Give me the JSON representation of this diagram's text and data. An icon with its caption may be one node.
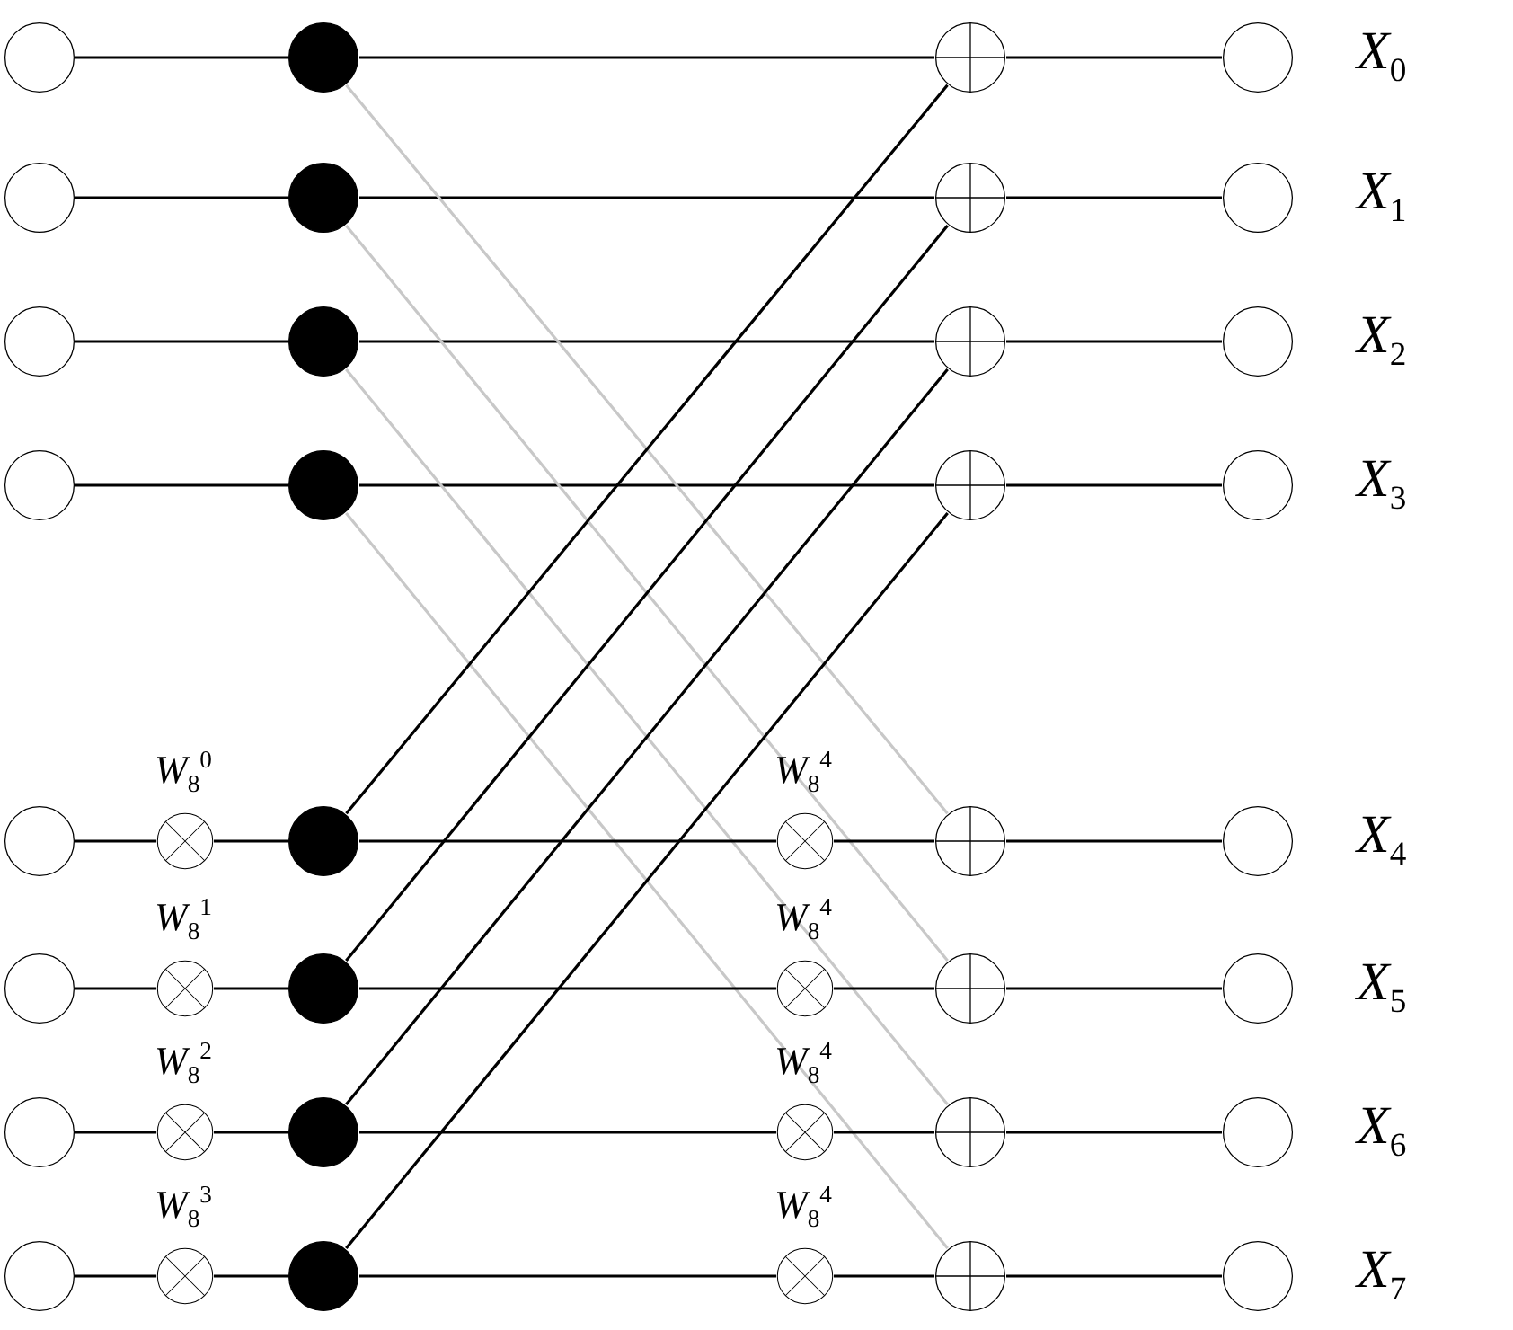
{
  "diagram": {
    "nodes": [
      {
        "text": [],
        "shape": "circle"
      },
      {
        "text": [],
        "shape": "dot"
      },
      {
        "text": [],
        "shape": "plus"
      },
      {
        "text": [],
        "shape": "circle",
        "beside": [
          "*X*$_{0}$"
        ]
      },
      {
        "text": [],
        "shape": "circle"
      },
      {
        "text": [],
        "shape": "dot"
      },
      {
        "text": [],
        "shape": "plus"
      },
      {
        "text": [],
        "shape": "circle",
        "beside": [
          "*X*$_{1}$"
        ]
      },
      {
        "text": [],
        "shape": "circle"
      },
      {
        "text": [],
        "shape": "dot"
      },
      {
        "text": [],
        "shape": "plus"
      },
      {
        "text": [],
        "shape": "circle",
        "beside": [
          "*X*$_{2}$"
        ]
      },
      {
        "text": [],
        "shape": "circle"
      },
      {
        "text": [],
        "shape": "dot"
      },
      {
        "text": [],
        "shape": "plus"
      },
      {
        "text": [],
        "shape": "circle",
        "beside": [
          "*X*$_{3}$"
        ]
      },
      {
        "text": [],
        "shape": "circle"
      },
      {
        "text": [],
        "shape": "times",
        "beside": [
          "*W*$_{8}$$^{0}$"
        ]
      },
      {
        "text": [],
        "shape": "dot"
      },
      {
        "text": [],
        "shape": "times",
        "beside": [
          "*W*$_{8}$$^{4}$"
        ]
      },
      {
        "text": [],
        "shape": "plus"
      },
      {
        "text": [],
        "shape": "circle",
        "beside": [
          "*X*$_{4}$"
        ]
      },
      {
        "text": [],
        "shape": "circle"
      },
      {
        "text": [],
        "shape": "times",
        "beside": [
          "*W*$_{8}$$^{1}$"
        ]
      },
      {
        "text": [],
        "shape": "dot"
      },
      {
        "text": [],
        "shape": "times",
        "beside": [
          "*W*$_{8}$$^{4}$"
        ]
      },
      {
        "text": [],
        "shape": "plus"
      },
      {
        "text": [],
        "shape": "circle",
        "beside": [
          "*X*$_{5}$"
        ]
      },
      {
        "text": [],
        "shape": "circle"
      },
      {
        "text": [],
        "shape": "times",
        "beside": [
          "*W*$_{8}$$^{2}$"
        ]
      },
      {
        "text": [],
        "shape": "dot"
      },
      {
        "text": [],
        "shape": "times",
        "beside": [
          "*W*$_{8}$$^{4}$"
        ]
      },
      {
        "text": [],
        "shape": "plus"
      },
      {
        "text": [],
        "shape": "circle",
        "beside": [
          "*X*$_{6}$"
        ]
      },
      {
        "text": [],
        "shape": "circle"
      },
      {
        "text": [],
        "shape": "times",
        "beside": [
          "*W*$_{8}$$^{3}$"
        ]
      },
      {
        "text": [],
        "shape": "dot"
      },
      {
        "text": [],
        "shape": "times",
        "beside": [
          "*W*$_{8}$$^{4}$"
        ]
      },
      {
        "text": [],
        "shape": "plus"
      },
      {
        "text": [],
        "shape": "circle",
        "beside": [
          "*X*$_{7}$"
        ]
      }
    ],
    "edges": [
      {
        "from": 0,
        "to": 1,
        "arrow": "none"
      },
      {
        "from": 1,
        "to": 2,
        "arrow": "none"
      },
      {
        "from": 2,
        "to": 3,
        "arrow": "none"
      },
      {
        "from": 4,
        "to": 5,
        "arrow": "none"
      },
      {
        "from": 5,
        "to": 6,
        "arrow": "none"
      },
      {
        "from": 6,
        "to": 7,
        "arrow": "none"
      },
      {
        "from": 8,
        "to": 9,
        "arrow": "none"
      },
      {
        "from": 9,
        "to": 10,
        "arrow": "none"
      },
      {
        "from": 10,
        "to": 11,
        "arrow": "none"
      },
      {
        "from": 12,
        "to": 13,
        "arrow": "none"
      },
      {
        "from": 13,
        "to": 14,
        "arrow": "none"
      },
      {
        "from": 14,
        "to": 15,
        "arrow": "none"
      },
      {
        "from": 1,
        "to": 20,
        "arrow": "none",
        "color": "#c8c8c8"
      },
      {
        "from": 5,
        "to": 26,
        "arrow": "none",
        "color": "#c8c8c8"
      },
      {
        "from": 9,
        "to": 32,
        "arrow": "none",
        "color": "#c8c8c8"
      },
      {
        "from": 13,
        "to": 38,
        "arrow": "none",
        "color": "#c8c8c8"
      },
      {
        "from": 16,
        "to": 17,
        "arrow": "none"
      },
      {
        "from": 17,
        "to": 18,
        "arrow": "none"
      },
      {
        "from": 18,
        "to": 19,
        "arrow": "none"
      },
      {
        "from": 19,
        "to": 20,
        "arrow": "none"
      },
      {
        "from": 20,
        "to": 21,
        "arrow": "none"
      },
      {
        "from": 18,
        "to": 2,
        "arrow": "none"
      },
      {
        "from": 22,
        "to": 23,
        "arrow": "none"
      },
      {
        "from": 23,
        "to": 24,
        "arrow": "none"
      },
      {
        "from": 24,
        "to": 25,
        "arrow": "none"
      },
      {
        "from": 25,
        "to": 26,
        "arrow": "none"
      },
      {
        "from": 26,
        "to": 27,
        "arrow": "none"
      },
      {
        "from": 24,
        "to": 6,
        "arrow": "none"
      },
      {
        "from": 28,
        "to": 29,
        "arrow": "none"
      },
      {
        "from": 29,
        "to": 30,
        "arrow": "none"
      },
      {
        "from": 30,
        "to": 31,
        "arrow": "none"
      },
      {
        "from": 31,
        "to": 32,
        "arrow": "none"
      },
      {
        "from": 32,
        "to": 33,
        "arrow": "none"
      },
      {
        "from": 30,
        "to": 10,
        "arrow": "none"
      },
      {
        "from": 34,
        "to": 35,
        "arrow": "none"
      },
      {
        "from": 35,
        "to": 36,
        "arrow": "none"
      },
      {
        "from": 36,
        "to": 37,
        "arrow": "none"
      },
      {
        "from": 37,
        "to": 38,
        "arrow": "none"
      },
      {
        "from": 38,
        "to": 39,
        "arrow": "none"
      },
      {
        "from": 36,
        "to": 14,
        "arrow": "none"
      }
    ]
  }
}
